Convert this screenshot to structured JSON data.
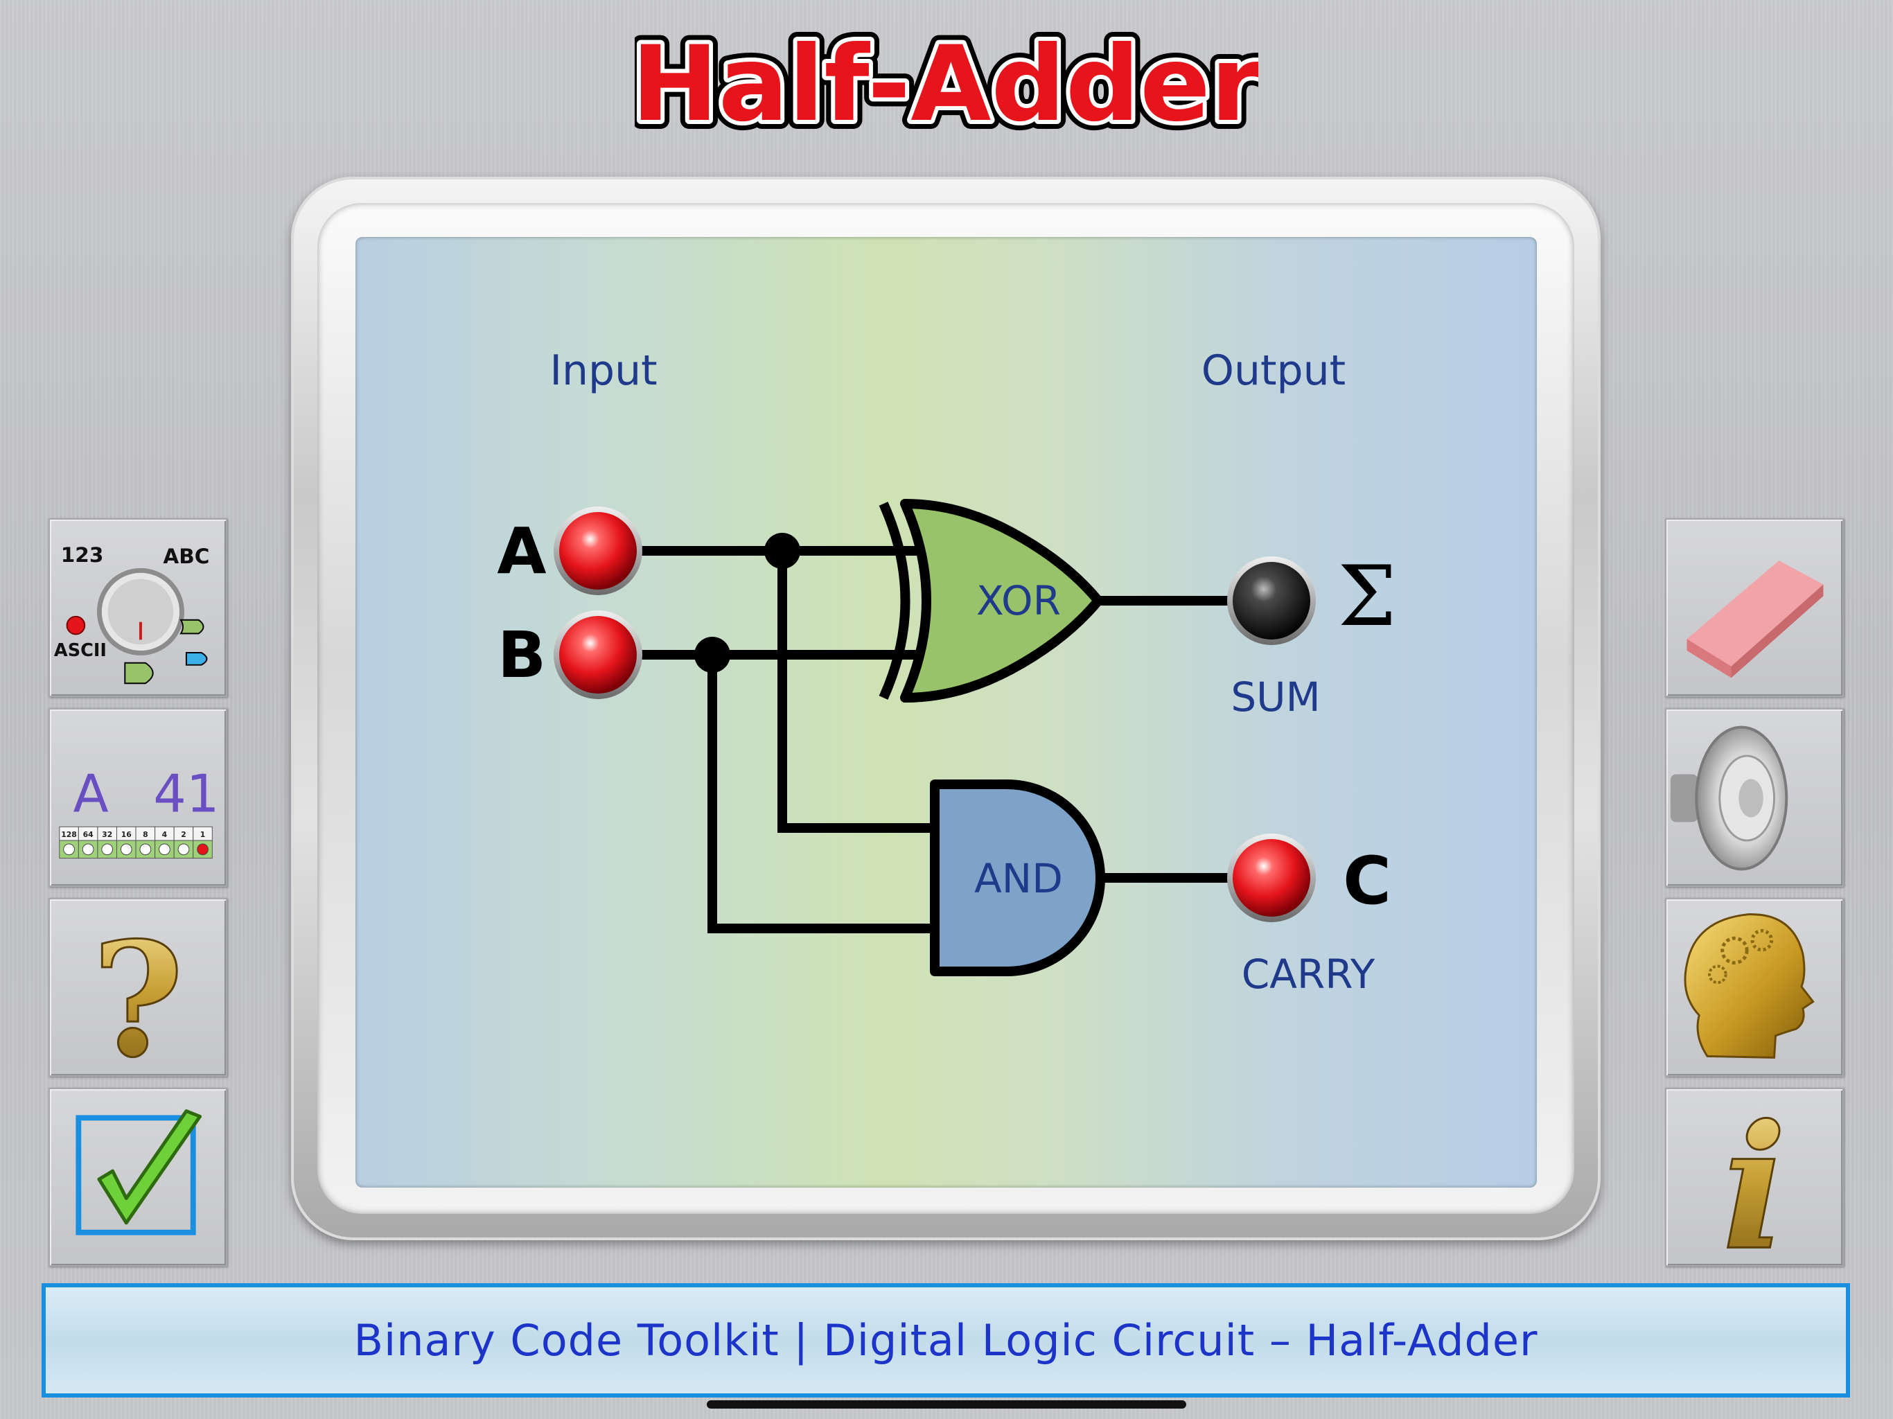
{
  "app": {
    "title": "Half-Adder",
    "footer": "Binary Code Toolkit | Digital Logic Circuit – Half-Adder"
  },
  "circuit": {
    "input_heading": "Input",
    "output_heading": "Output",
    "input_a_label": "A",
    "input_b_label": "B",
    "xor_label": "XOR",
    "and_label": "AND",
    "sum_symbol": "Σ",
    "carry_symbol": "C",
    "sum_label": "SUM",
    "carry_label": "CARRY",
    "input_a_state": "on",
    "input_b_state": "on",
    "sum_state": "off",
    "carry_state": "on"
  },
  "left_toolbar": {
    "converter_button": {
      "left_value": "123",
      "right_value": "ABC",
      "mode_label": "ASCII",
      "icon": "dial-knob-icon"
    },
    "ascii_button": {
      "char": "A",
      "code": "41",
      "bits_header": [
        "128",
        "64",
        "32",
        "16",
        "8",
        "4",
        "2",
        "1"
      ],
      "bits": [
        0,
        0,
        0,
        0,
        0,
        0,
        0,
        1
      ]
    },
    "help_button": {
      "icon": "question-mark-icon"
    },
    "check_button": {
      "icon": "checkmark-icon"
    }
  },
  "right_toolbar": {
    "eraser_button": {
      "icon": "eraser-icon"
    },
    "sound_button": {
      "icon": "speaker-icon"
    },
    "brain_button": {
      "icon": "head-gears-icon"
    },
    "info_button": {
      "icon": "info-icon"
    }
  },
  "colors": {
    "title_fill": "#e8141b",
    "accent_blue": "#1a8fe0",
    "xor_fill": "#99c36a",
    "and_fill": "#7fa2c8",
    "led_on": "#e4141b",
    "led_off": "#1a1a1a",
    "text_navy": "#1f3a8a"
  }
}
